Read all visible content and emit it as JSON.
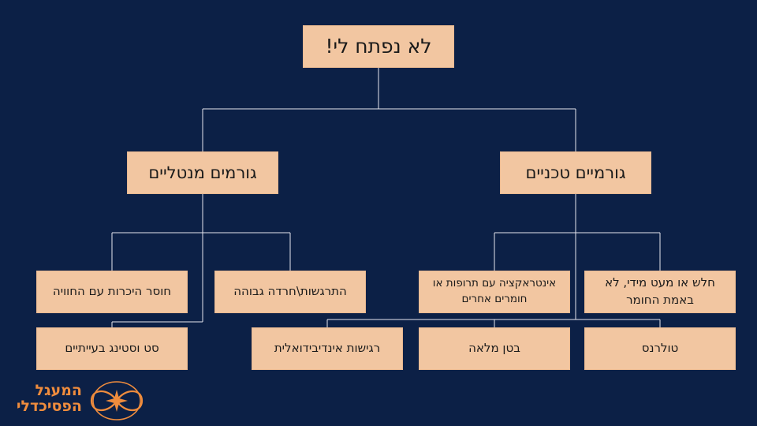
{
  "diagram": {
    "root": "לא נפתח לי!",
    "categories": {
      "mental": "גורמים מנטליים",
      "technical": "גורמיים טכניים"
    },
    "mental_factors": [
      "חוסר היכרות עם החוויה",
      "התרגשות\\חרדה גבוהה",
      "סט וסטינג בעייתיים"
    ],
    "technical_factors": [
      "חלש או מעט מידי, לא באמת החומר",
      "אינטראקציה עם תרופות או חומרים אחרים",
      "טולרנס",
      "בטן מלאה",
      "רגישות אינדיבידואלית"
    ]
  },
  "logo": {
    "line1": "המעגל",
    "line2": "הפסיכדלי"
  },
  "colors": {
    "background": "#0c2046",
    "box_fill": "#f2c6a1",
    "connector": "#ffffff",
    "logo": "#ef8c3d"
  }
}
